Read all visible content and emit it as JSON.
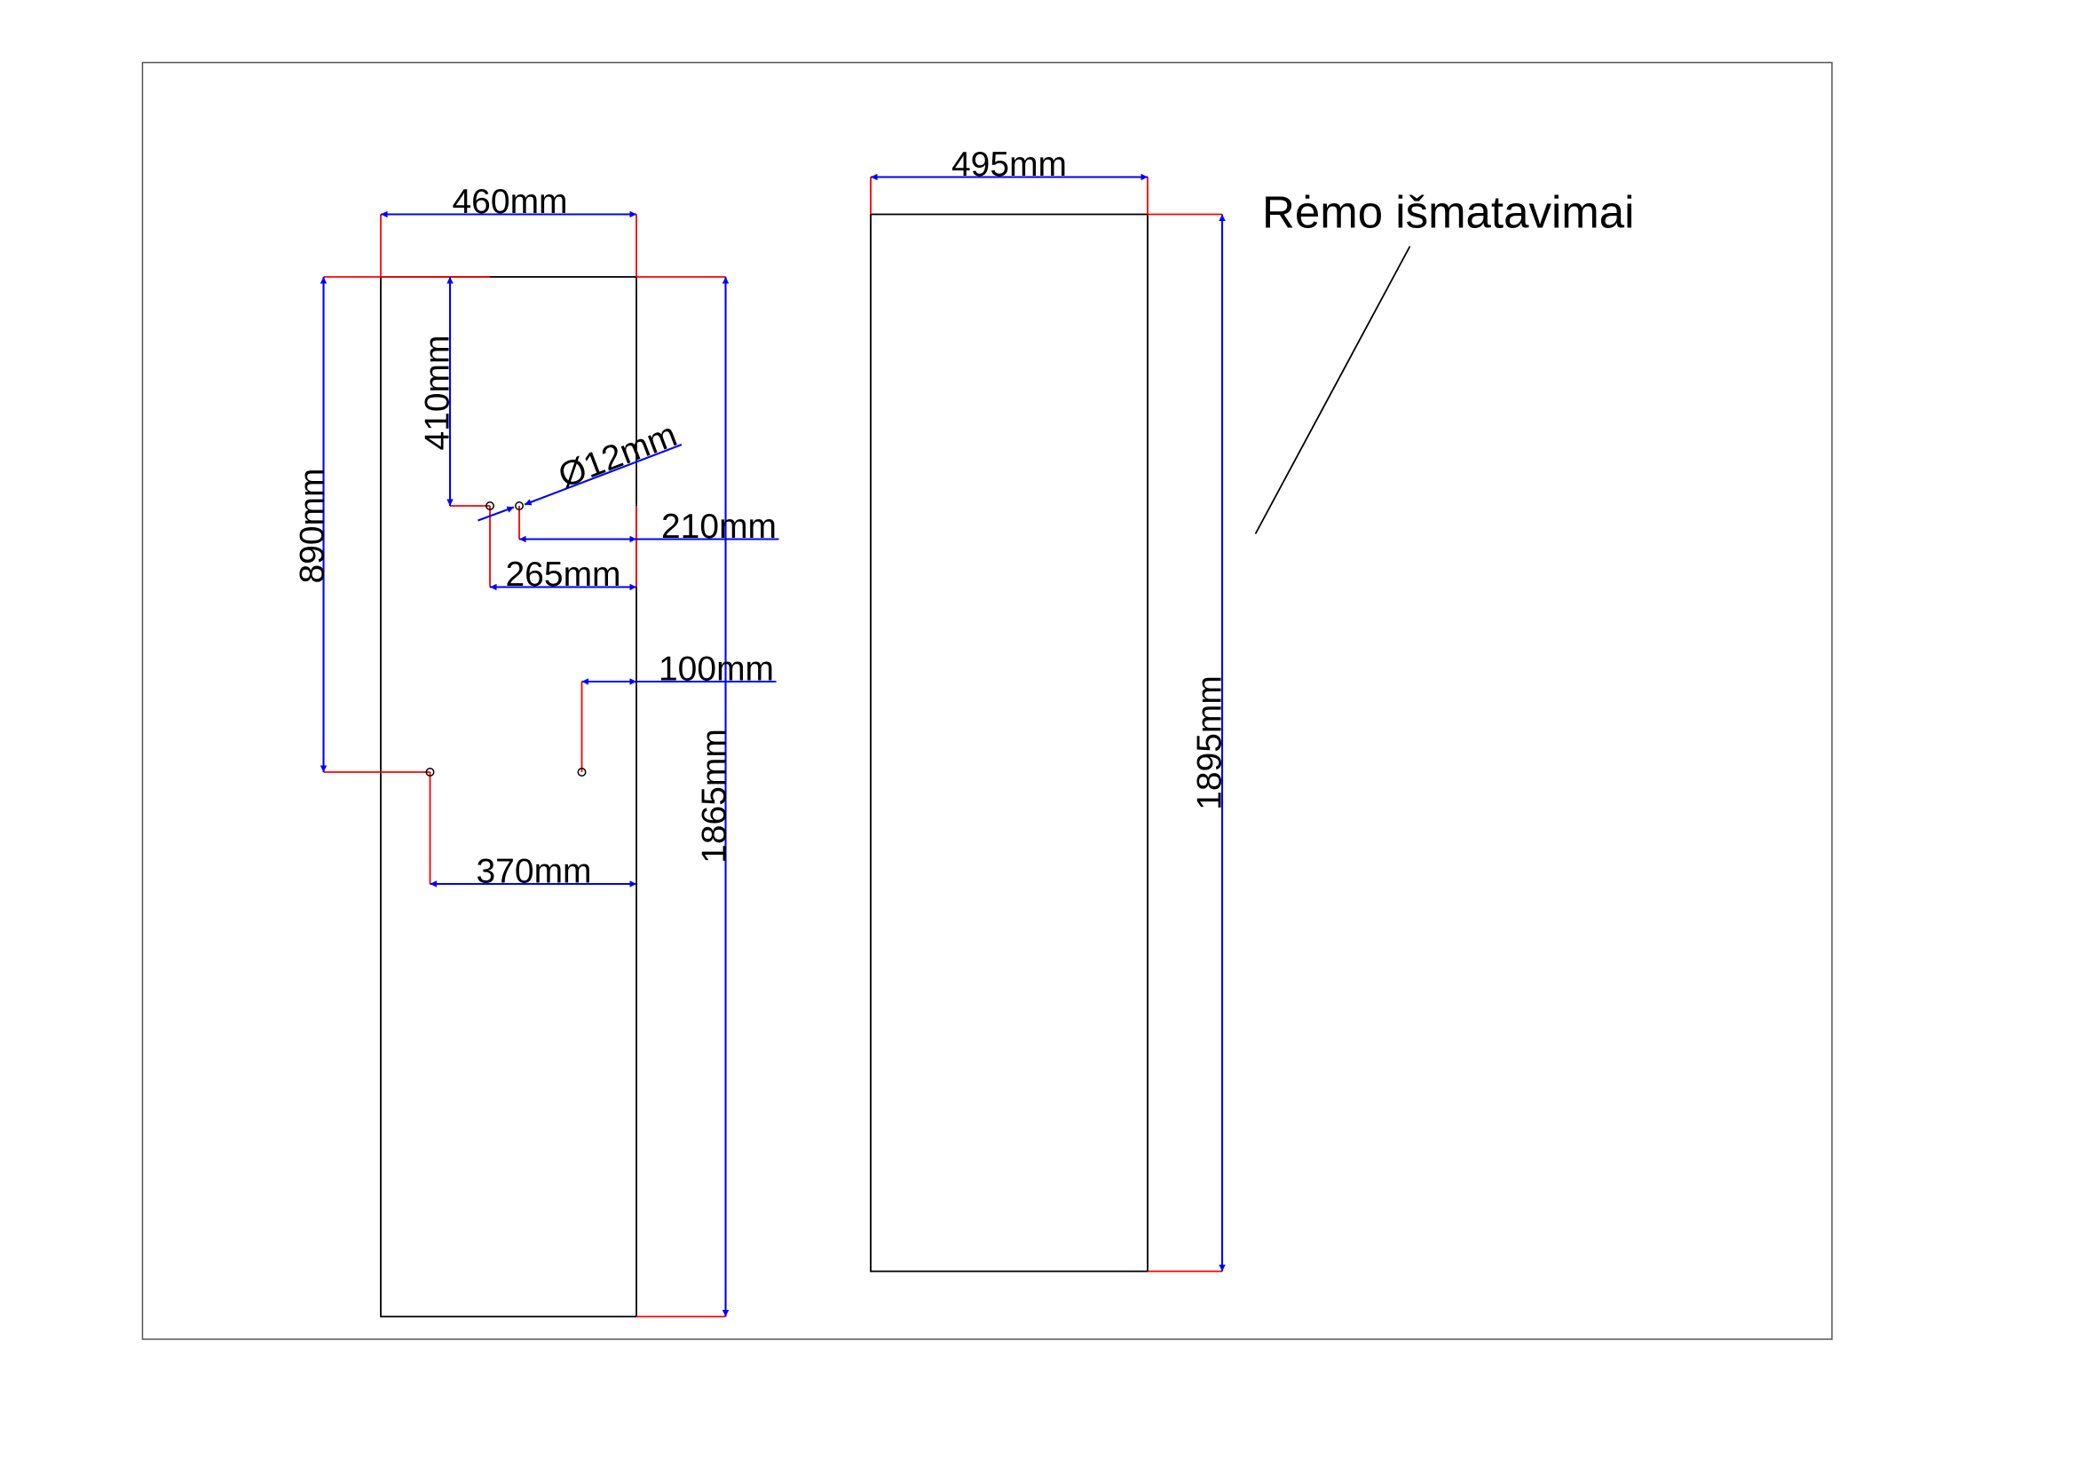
{
  "title": "Rėmo išmatavimai",
  "colors": {
    "outline": "#000000",
    "extension": "#ff0000",
    "dimension": "#0000ff"
  },
  "left_panel": {
    "width": "460mm",
    "height": "1865mm",
    "hole_offset_top": "410mm",
    "hole_diameter": "Ø12mm",
    "hole_offset_right_a": "210mm",
    "hole_offset_right_b": "265mm",
    "lower_offset_top": "890mm",
    "lower_offset_right_a": "100mm",
    "lower_offset_right_b": "370mm"
  },
  "right_panel": {
    "width": "495mm",
    "height": "1895mm"
  }
}
